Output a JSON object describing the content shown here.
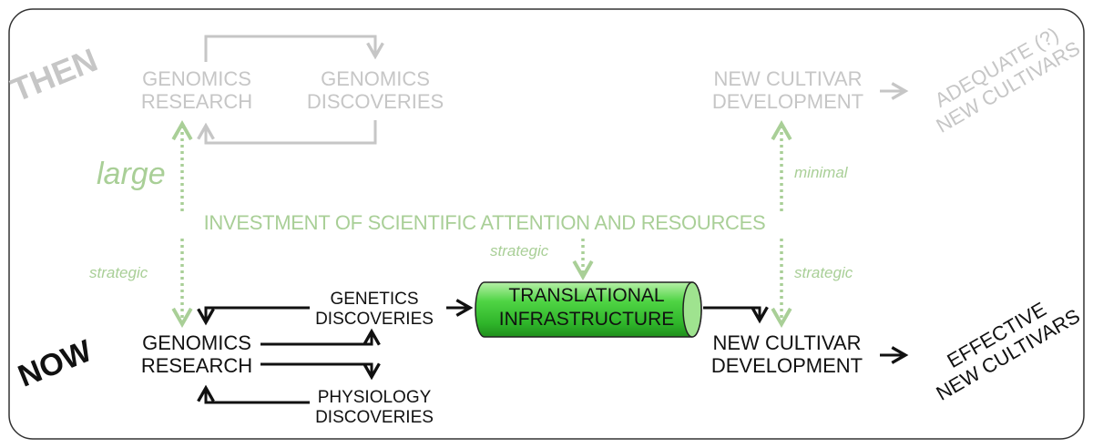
{
  "labels": {
    "then": "THEN",
    "now": "NOW",
    "then_genomics_research": [
      "GENOMICS",
      "RESEARCH"
    ],
    "then_genomics_discoveries": [
      "GENOMICS",
      "DISCOVERIES"
    ],
    "then_new_cultivar_dev": [
      "NEW CULTIVAR",
      "DEVELOPMENT"
    ],
    "then_adequate": [
      "ADEQUATE (?)",
      "NEW CULTIVARS"
    ],
    "large": "large",
    "minimal": "minimal",
    "investment": "INVESTMENT OF SCIENTIFIC ATTENTION AND RESOURCES",
    "strategic_left": "strategic",
    "strategic_center": "strategic",
    "strategic_right": "strategic",
    "genetics_discoveries": [
      "GENETICS",
      "DISCOVERIES"
    ],
    "translational": [
      "TRANSLATIONAL",
      "INFRASTRUCTURE"
    ],
    "now_genomics_research": [
      "GENOMICS",
      "RESEARCH"
    ],
    "physiology_discoveries": [
      "PHYSIOLOGY",
      "DISCOVERIES"
    ],
    "now_new_cultivar_dev": [
      "NEW CULTIVAR",
      "DEVELOPMENT"
    ],
    "effective": [
      "EFFECTIVE",
      "NEW CULTIVARS"
    ]
  },
  "colors": {
    "then_gray": "#c6c6c6",
    "investment_green": "#a9cf97",
    "now_black": "#111111",
    "tube_green": "#3fc93a"
  }
}
